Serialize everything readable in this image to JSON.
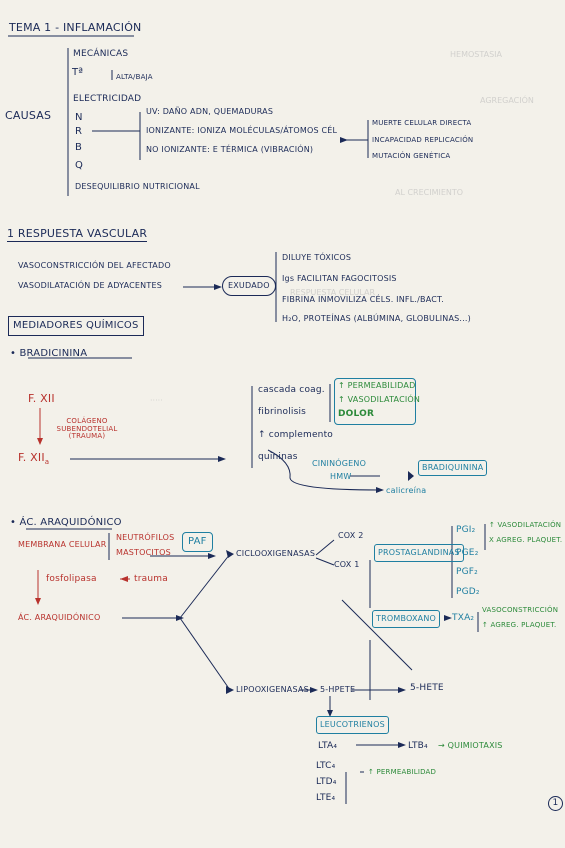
{
  "title": "TEMA 1 - INFLAMACIÓN",
  "causas": {
    "label": "CAUSAS",
    "items": [
      "MECÁNICAS",
      "Tª",
      "ALTA/BAJA",
      "ELECTRICIDAD",
      "N",
      "R",
      "B",
      "Q",
      "DESEQUILIBRIO NUTRICIONAL"
    ],
    "uv": "UV: DAÑO ADN, QUEMADURAS",
    "ionizante": "IONIZANTE: IONIZA MOLÉCULAS/ÁTOMOS CÉL",
    "no_ionizante": "NO IONIZANTE: E TÉRMICA (VIBRACIÓN)",
    "effects": [
      "MUERTE CELULAR DIRECTA",
      "INCAPACIDAD REPLICACIÓN",
      "MUTACIÓN GENÉTICA"
    ]
  },
  "respuesta": {
    "title": "1 RESPUESTA VASCULAR",
    "line1": "VASOCONSTRICCIÓN DEL AFECTADO",
    "line2": "VASODILATACIÓN DE ADYACENTES",
    "exudado": "EXUDADO",
    "exudado_items": [
      "DILUYE TÓXICOS",
      "Igs FACILITAN FAGOCITOSIS",
      "FIBRINA INMOVILIZA CÉLS. INFL./BACT.",
      "H₂O, PROTEÍNAS (ALBÚMINA, GLOBULINAS...)"
    ]
  },
  "mediadores": {
    "title": "MEDIADORES QUÍMICOS",
    "bradicinina": "• BRADICININA",
    "fxii": "F. XII",
    "colageno": "COLÁGENO SUBENDOTELIAL (TRAUMA)",
    "fxiia": "F. XII",
    "fxiia_sub": "a",
    "cascada": [
      "cascada coag.",
      "fibrinolisis",
      "↑ complemento",
      "quininas"
    ],
    "efectos": [
      "↑ PERMEABILIDAD",
      "↑ VASODILATACIÓN",
      "DOLOR"
    ],
    "cininogeno": "CININÓGENO",
    "hmw": "HMW",
    "bradicinina_box": "BRADIQUININA",
    "calicreina": "calicreína"
  },
  "araquidonico": {
    "title": "• ÁC. ARAQUIDÓNICO",
    "membrana": "MEMBRANA CELULAR",
    "neutrofilos": "NEUTRÓFILOS",
    "mastocitos": "MASTOCITOS",
    "paf": "PAF",
    "fosfolipasa": "fosfolipasa",
    "trauma": "trauma",
    "ac": "ÁC. ARAQUIDÓNICO",
    "ciclo": "CICLOOXIGENASAS",
    "cox2": "COX 2",
    "cox1": "COX 1",
    "prostaglandinas": "PROSTAGLANDINAS",
    "pgs": [
      "PGI₂",
      "PGE₂",
      "PGF₂",
      "PGD₂"
    ],
    "pgi_effects": [
      "↑ VASODILATACIÓN",
      "X AGREG. PLAQUET."
    ],
    "tromboxano": "TROMBOXANO",
    "txa": "TXA₂",
    "txa_effects": [
      "VASOCONSTRICCIÓN",
      "↑ AGREG. PLAQUET."
    ],
    "lipo": "LIPOOXIGENASAS",
    "hpete": "5-HPETE",
    "hete": "5-HETE",
    "leuco": "LEUCOTRIENOS",
    "lta": "LTA₄",
    "ltb": "LTB₄",
    "quimio": "QUIMIOTAXIS",
    "ltc": [
      "LTC₄",
      "LTD₄",
      "LTE₄"
    ],
    "perme": "↑ PERMEABILIDAD"
  },
  "page_number": "1"
}
